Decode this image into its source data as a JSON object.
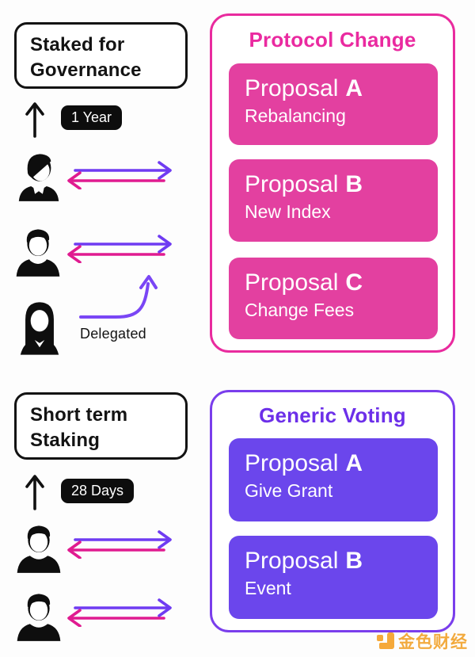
{
  "colors": {
    "pink_accent": "#e92b9e",
    "pink_card": "#e340a0",
    "purple_accent": "#7a3eec",
    "purple_card": "#6b46ec",
    "arrow_purple": "#6f3bf2",
    "arrow_pink": "#e01b90",
    "badge_black": "#0d0d0d",
    "watermark_gold": "#f2a42e"
  },
  "top": {
    "box_line1": "Staked for",
    "box_line2": "Governance",
    "badge": "1 Year",
    "delegated": "Delegated",
    "panel_title": "Protocol Change",
    "cards": [
      {
        "title": "Proposal",
        "letter": "A",
        "detail": "Rebalancing"
      },
      {
        "title": "Proposal",
        "letter": "B",
        "detail": "New Index"
      },
      {
        "title": "Proposal",
        "letter": "C",
        "detail": "Change Fees"
      }
    ]
  },
  "bottom": {
    "box_line1": "Short term",
    "box_line2": "Staking",
    "badge": "28 Days",
    "panel_title": "Generic Voting",
    "cards": [
      {
        "title": "Proposal",
        "letter": "A",
        "detail": "Give Grant"
      },
      {
        "title": "Proposal",
        "letter": "B",
        "detail": "Event"
      }
    ]
  },
  "watermark": {
    "text": "金色财经"
  }
}
